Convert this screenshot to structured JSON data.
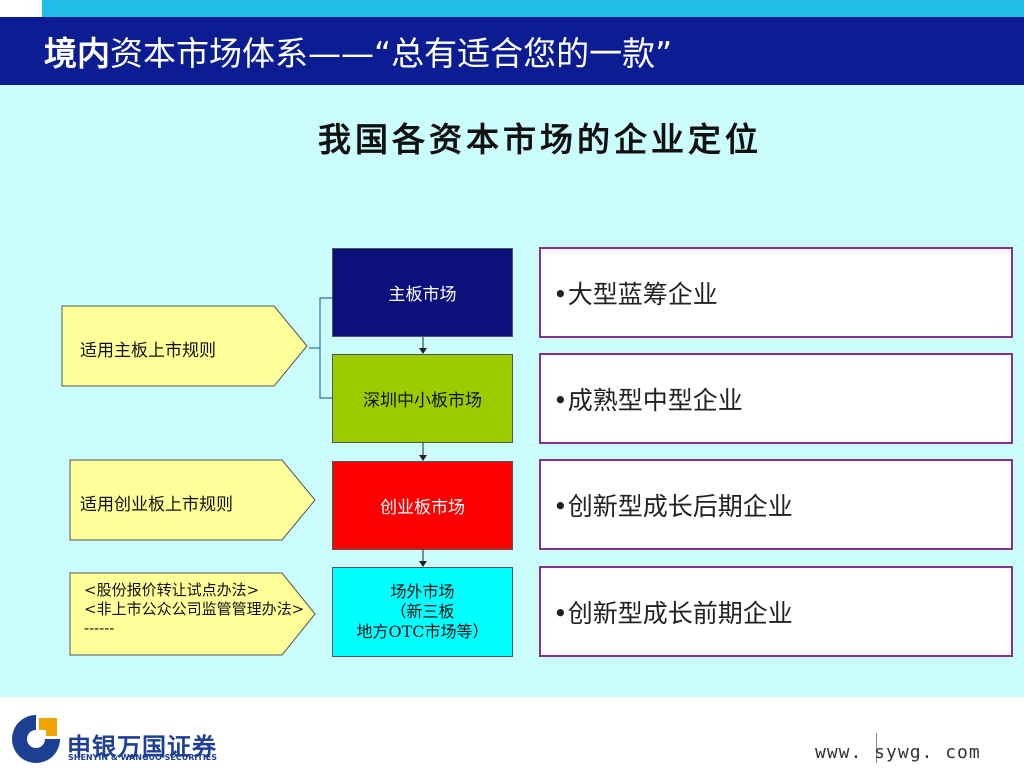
{
  "title": {
    "bold": "境内",
    "rest": "资本市场体系——“总有适合您的一款”"
  },
  "heading": "我国各资本市场的企业定位",
  "markets": [
    {
      "label": "主板市场",
      "color": "#0b107c",
      "text_color": "#ffffff"
    },
    {
      "label": "深圳中小板市场",
      "color": "#9ccc00",
      "text_color": "#111111"
    },
    {
      "label": "创业板市场",
      "color": "#fb0000",
      "text_color": "#ffffff"
    },
    {
      "label_lines": [
        "场外市场",
        "（新三板",
        "地方OTC市场等）"
      ],
      "color": "#00ffff",
      "text_color": "#111111"
    }
  ],
  "descriptions": [
    "•大型蓝筹企业",
    "•成熟型中型企业",
    "•创新型成长后期企业",
    "•创新型成长前期企业"
  ],
  "rules": [
    "适用主板上市规则",
    "适用创业板上市规则",
    {
      "lines": [
        "<股份报价转让试点办法>",
        "<非上市公众公司监管管理办法>",
        "------"
      ]
    }
  ],
  "footer": {
    "url": "www. sywg. com"
  },
  "logo": {
    "cn": "申银万国证券",
    "en": "SHENYIN & WANGUO SECURITIES"
  },
  "colors": {
    "title_bar": "#0c1c93",
    "top_strip": "#22bde6",
    "content_bg": "#ccfdfd",
    "rule_fill": "#ffff99",
    "desc_border": "#8a2e8f"
  }
}
